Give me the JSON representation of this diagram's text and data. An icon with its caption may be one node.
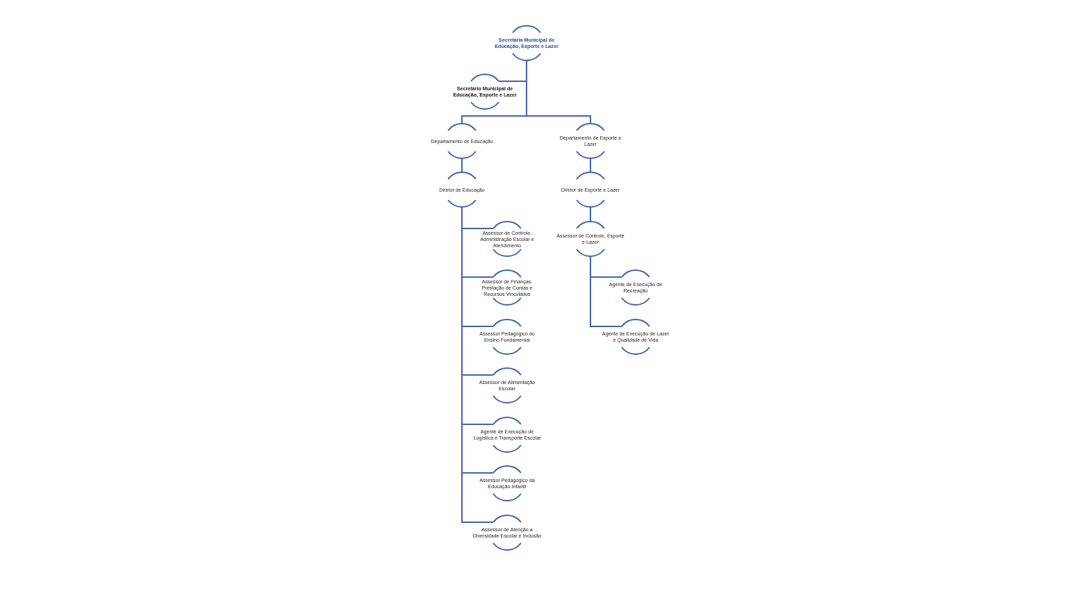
{
  "diagram": {
    "nodes": [
      {
        "text": [
          "Secretaria Municipal de Educação, Esporte e Lazer"
        ]
      },
      {
        "text": [
          "Secretário Municipal de Educação, Esporte e Lazer"
        ]
      },
      {
        "text": [
          "Departamento de Educação"
        ]
      },
      {
        "text": [
          "Departamento de Esporte e Lazer"
        ]
      },
      {
        "text": [
          "Diretor de Educação"
        ]
      },
      {
        "text": [
          "Diretor de Esporte e Lazer"
        ]
      },
      {
        "text": [
          "Assessor de Controle, Administração Escolar e Atendimento"
        ]
      },
      {
        "text": [
          "Assessor de Finanças, Prestação de Contas e Recursos Vinculados"
        ]
      },
      {
        "text": [
          "Assessor Pedagógico do Ensino Fundamental"
        ]
      },
      {
        "text": [
          "Assessor de Alimentação Escolar"
        ]
      },
      {
        "text": [
          "Agente de Execução de Logística e Transporte Escolar"
        ]
      },
      {
        "text": [
          "Assessor Pedagógico da Educação Infantil"
        ]
      },
      {
        "text": [
          "Assessor de Atenção a Diversidade Escolar e Inclusão"
        ]
      },
      {
        "text": [
          "Assessor de Controle, Esporte e Lazer"
        ]
      },
      {
        "text": [
          "Agente de Execução de Recreação"
        ]
      },
      {
        "text": [
          "Agente de Execução de Lazer e Qualidade de Vida"
        ]
      }
    ],
    "edges": [
      {
        "from": 0,
        "to": 1,
        "arrow": "none"
      },
      {
        "from": 0,
        "to": 2,
        "arrow": "none"
      },
      {
        "from": 0,
        "to": 3,
        "arrow": "none"
      },
      {
        "from": 2,
        "to": 4,
        "arrow": "none"
      },
      {
        "from": 3,
        "to": 5,
        "arrow": "none"
      },
      {
        "from": 4,
        "to": 6,
        "arrow": "none"
      },
      {
        "from": 4,
        "to": 7,
        "arrow": "none"
      },
      {
        "from": 4,
        "to": 8,
        "arrow": "none"
      },
      {
        "from": 4,
        "to": 9,
        "arrow": "none"
      },
      {
        "from": 4,
        "to": 10,
        "arrow": "none"
      },
      {
        "from": 4,
        "to": 11,
        "arrow": "none"
      },
      {
        "from": 4,
        "to": 12,
        "arrow": "none"
      },
      {
        "from": 5,
        "to": 13,
        "arrow": "none"
      },
      {
        "from": 13,
        "to": 14,
        "arrow": "none"
      },
      {
        "from": 13,
        "to": 15,
        "arrow": "none"
      }
    ]
  }
}
